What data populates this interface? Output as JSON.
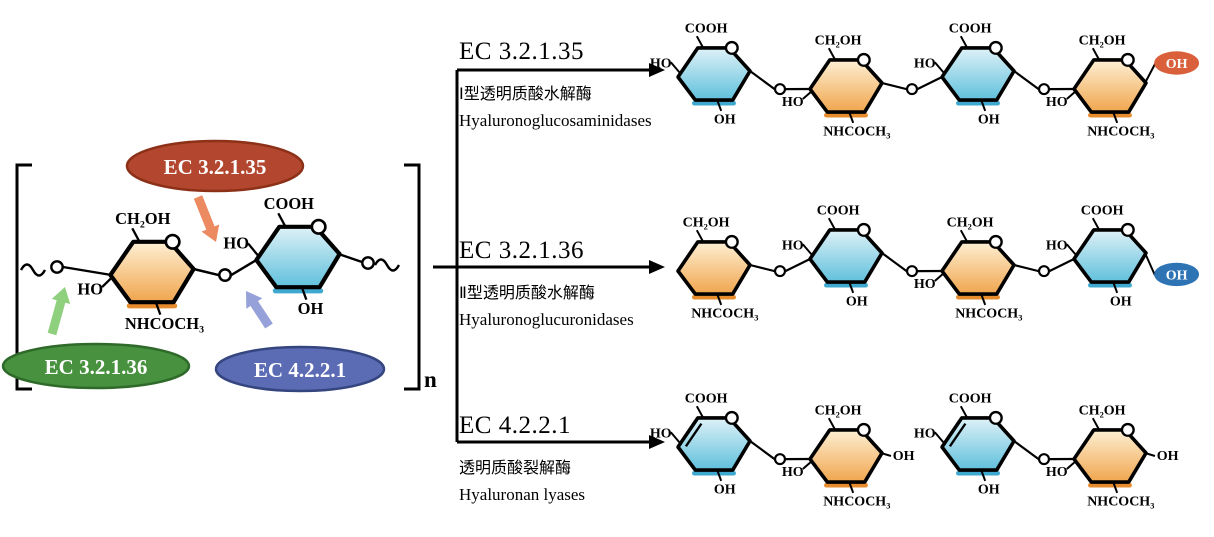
{
  "colors": {
    "background": "#ffffff",
    "line": "#000000",
    "orange_ring_light": "#fdeccd",
    "orange_ring_dark": "#f0a54d",
    "orange_ring_accent": "#e78c2e",
    "blue_ring_light": "#d8eff6",
    "blue_ring_dark": "#5fc0dc",
    "blue_ring_accent": "#3fa8cf",
    "highlight_red": "#d9603a",
    "highlight_blue": "#2e74b5"
  },
  "polymer": {
    "n_label": "n",
    "rings": [
      {
        "type": "orange",
        "top": "CH₂OH",
        "left": "HO",
        "bottom": "NHCOCH₃"
      },
      {
        "type": "blue",
        "top": "COOH",
        "left": "HO",
        "bottom": "OH"
      }
    ],
    "enzyme_badges": [
      {
        "label": "EC 3.2.1.35",
        "fill": "#b2462e",
        "stroke": "#8c3017",
        "arrow_color": "#ec8a62"
      },
      {
        "label": "EC 3.2.1.36",
        "fill": "#47913f",
        "stroke": "#2f6a2a",
        "arrow_color": "#8ed07e"
      },
      {
        "label": "EC 4.2.2.1",
        "fill": "#5c6cb4",
        "stroke": "#35457f",
        "arrow_color": "#95a1d8"
      }
    ]
  },
  "pathways": [
    {
      "ec": "EC 3.2.1.35",
      "cn": "Ⅰ型透明质酸水解酶",
      "en": "Hyaluronoglucosaminidases"
    },
    {
      "ec": "EC 3.2.1.36",
      "cn": "Ⅱ型透明质酸水解酶",
      "en": "Hyaluronoglucuronidases"
    },
    {
      "ec": "EC 4.2.2.1",
      "cn": "透明质酸裂解酶",
      "en": "Hyaluronan lyases"
    }
  ],
  "products": [
    {
      "segments": [
        [
          {
            "type": "blue",
            "top": "COOH",
            "left": "HO",
            "bottom": "OH"
          },
          {
            "type": "orange",
            "top": "CH₂OH",
            "left": "HO",
            "bottom": "NHCOCH₃"
          },
          {
            "type": "blue",
            "top": "COOH",
            "left": "HO",
            "bottom": "OH"
          },
          {
            "type": "orange",
            "top": "CH₂OH",
            "left": "HO",
            "bottom": "NHCOCH₃",
            "right": "OH",
            "right_highlight": "#d9603a",
            "right_pos": "up"
          }
        ]
      ]
    },
    {
      "segments": [
        [
          {
            "type": "orange",
            "top": "CH₂OH",
            "bottom": "NHCOCH₃"
          },
          {
            "type": "blue",
            "top": "COOH",
            "left": "HO",
            "bottom": "OH"
          },
          {
            "type": "orange",
            "top": "CH₂OH",
            "left": "HO",
            "bottom": "NHCOCH₃"
          },
          {
            "type": "blue",
            "top": "COOH",
            "left": "HO",
            "bottom": "OH",
            "right": "OH",
            "right_highlight": "#2e74b5",
            "right_pos": "down"
          }
        ]
      ]
    },
    {
      "segments": [
        [
          {
            "type": "blue",
            "top": "COOH",
            "left": "HO",
            "bottom": "OH",
            "unsaturated": true
          },
          {
            "type": "orange",
            "top": "CH₂OH",
            "left": "HO",
            "bottom": "NHCOCH₃",
            "right": "OH"
          }
        ],
        [
          {
            "type": "blue",
            "top": "COOH",
            "left": "HO",
            "bottom": "OH",
            "unsaturated": true
          },
          {
            "type": "orange",
            "top": "CH₂OH",
            "left": "HO",
            "bottom": "NHCOCH₃",
            "right": "OH"
          }
        ]
      ]
    }
  ]
}
